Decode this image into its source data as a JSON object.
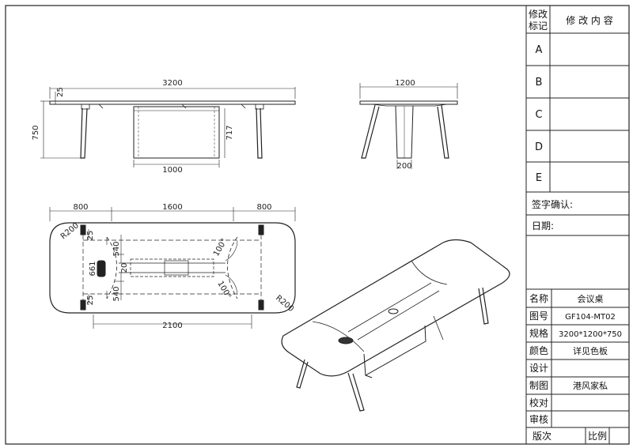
{
  "front_view": {
    "width": "3200",
    "top_thickness": "25",
    "height": "750",
    "leg_height": "717",
    "cabinet_width": "1000"
  },
  "side_view": {
    "depth": "1200",
    "leg_width": "200"
  },
  "plan_view": {
    "left_seg": "800",
    "mid_seg": "1600",
    "right_seg": "800",
    "bottom_span": "2100",
    "radius_left": "R200",
    "radius_right": "R200",
    "angle_top": "100°",
    "angle_bottom": "100°",
    "dim_540_top": "540",
    "dim_540_bottom": "540",
    "dim_661": "661",
    "dim_25_top": "25",
    "dim_25_bottom": "25",
    "dim_20": "20"
  },
  "title_block": {
    "revision_mark": "修改\n标记",
    "revision_mark_l1": "修改",
    "revision_mark_l2": "标记",
    "revision_content": "修 改 内 容",
    "rev_rows": [
      "A",
      "B",
      "C",
      "D",
      "E"
    ],
    "sign_confirm": "签字确认:",
    "date": "日期:",
    "rows": [
      {
        "label": "名称",
        "value": "会议桌"
      },
      {
        "label": "图号",
        "value": "GF104-MT02"
      },
      {
        "label": "规格",
        "value": "3200*1200*750"
      },
      {
        "label": "颜色",
        "value": "详见色板"
      },
      {
        "label": "设计",
        "value": ""
      },
      {
        "label": "制图",
        "value": "港风家私"
      },
      {
        "label": "校对",
        "value": ""
      },
      {
        "label": "审核",
        "value": ""
      }
    ],
    "version": "版次",
    "scale": "比例"
  }
}
